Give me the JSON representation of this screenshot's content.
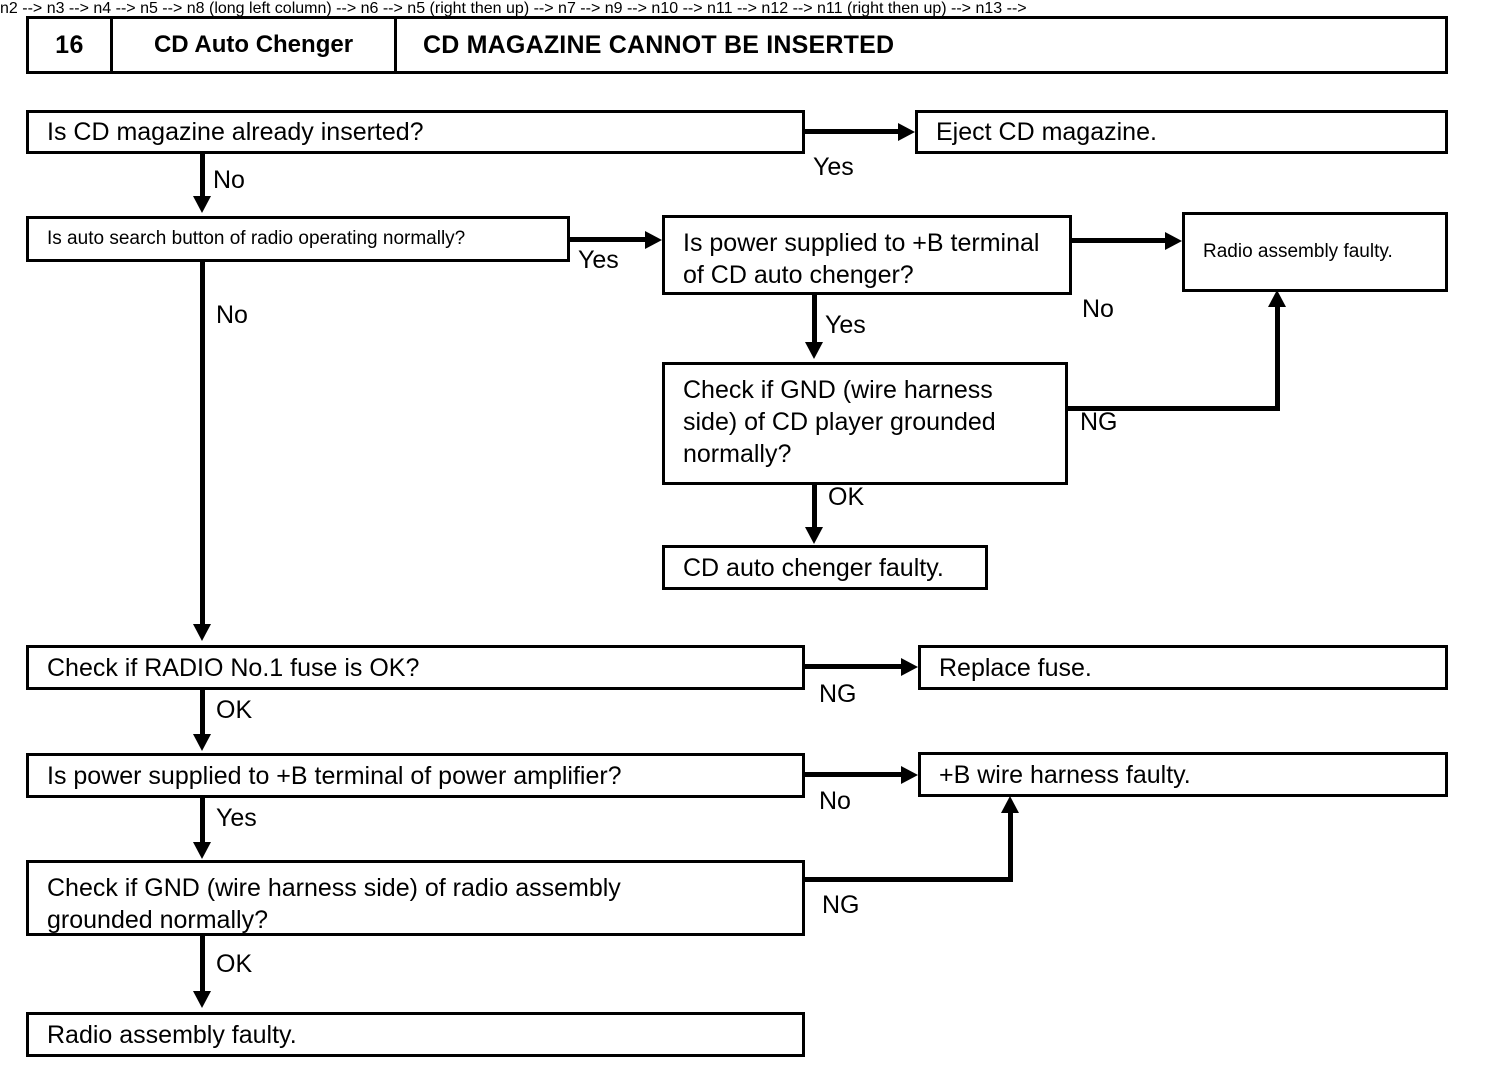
{
  "header": {
    "number": "16",
    "system": "CD Auto Chenger",
    "title": "CD MAGAZINE CANNOT BE INSERTED"
  },
  "chart_data": {
    "type": "diagram",
    "title": "CD MAGAZINE CANNOT BE INSERTED",
    "nodes": [
      {
        "id": "n1",
        "text": "Is CD magazine already inserted?",
        "kind": "decision"
      },
      {
        "id": "n2",
        "text": "Eject CD magazine.",
        "kind": "terminal"
      },
      {
        "id": "n3",
        "text": "Is auto search button of radio operating normally?",
        "kind": "decision"
      },
      {
        "id": "n4",
        "text": "Is power supplied to +B terminal\nof CD auto chenger?",
        "kind": "decision"
      },
      {
        "id": "n5",
        "text": "Radio assembly faulty.",
        "kind": "terminal"
      },
      {
        "id": "n6",
        "text": "Check if GND (wire harness\nside) of CD player grounded\nnormally?",
        "kind": "decision"
      },
      {
        "id": "n7",
        "text": "CD auto chenger faulty.",
        "kind": "terminal"
      },
      {
        "id": "n8",
        "text": "Check if RADIO No.1 fuse is OK?",
        "kind": "decision"
      },
      {
        "id": "n9",
        "text": "Replace fuse.",
        "kind": "terminal"
      },
      {
        "id": "n10",
        "text": "Is power supplied to +B terminal of power amplifier?",
        "kind": "decision"
      },
      {
        "id": "n11",
        "text": "+B wire harness faulty.",
        "kind": "terminal"
      },
      {
        "id": "n12",
        "text": "Check if GND (wire harness side) of radio assembly\ngrounded normally?",
        "kind": "decision"
      },
      {
        "id": "n13",
        "text": "Radio assembly faulty.",
        "kind": "terminal"
      }
    ],
    "edges": [
      {
        "from": "n1",
        "to": "n2",
        "label": "Yes"
      },
      {
        "from": "n1",
        "to": "n3",
        "label": "No"
      },
      {
        "from": "n3",
        "to": "n4",
        "label": "Yes"
      },
      {
        "from": "n3",
        "to": "n8",
        "label": "No"
      },
      {
        "from": "n4",
        "to": "n5",
        "label": "No"
      },
      {
        "from": "n4",
        "to": "n6",
        "label": "Yes"
      },
      {
        "from": "n6",
        "to": "n5",
        "label": "NG"
      },
      {
        "from": "n6",
        "to": "n7",
        "label": "OK"
      },
      {
        "from": "n8",
        "to": "n9",
        "label": "NG"
      },
      {
        "from": "n8",
        "to": "n10",
        "label": "OK"
      },
      {
        "from": "n10",
        "to": "n11",
        "label": "No"
      },
      {
        "from": "n10",
        "to": "n12",
        "label": "Yes"
      },
      {
        "from": "n12",
        "to": "n11",
        "label": "NG"
      },
      {
        "from": "n12",
        "to": "n13",
        "label": "OK"
      }
    ]
  },
  "boxes": {
    "b1": "Is CD magazine already inserted?",
    "b2": "Eject CD magazine.",
    "b3": "Is auto search button of radio operating normally?",
    "b4": "Is power supplied to +B terminal\nof CD auto chenger?",
    "b5": "Radio assembly faulty.",
    "b6": "Check if GND (wire harness\nside) of CD player grounded\nnormally?",
    "b7": "CD auto chenger faulty.",
    "b8": "Check if RADIO No.1 fuse is OK?",
    "b9": "Replace fuse.",
    "b10": "Is power supplied to +B terminal of power amplifier?",
    "b11": "+B wire harness faulty.",
    "b12": "Check if GND (wire harness side) of radio assembly\ngrounded normally?",
    "b13": "Radio assembly faulty."
  },
  "labels": {
    "yes1": "Yes",
    "no1": "No",
    "yes2": "Yes",
    "no2": "No",
    "no3": "No",
    "yes3": "Yes",
    "ng1": "NG",
    "ok1": "OK",
    "ng2": "NG",
    "ok2": "OK",
    "no4": "No",
    "yes4": "Yes",
    "ng3": "NG",
    "ok3": "OK"
  },
  "colors": {
    "ink": "#000000",
    "paper": "#ffffff"
  }
}
